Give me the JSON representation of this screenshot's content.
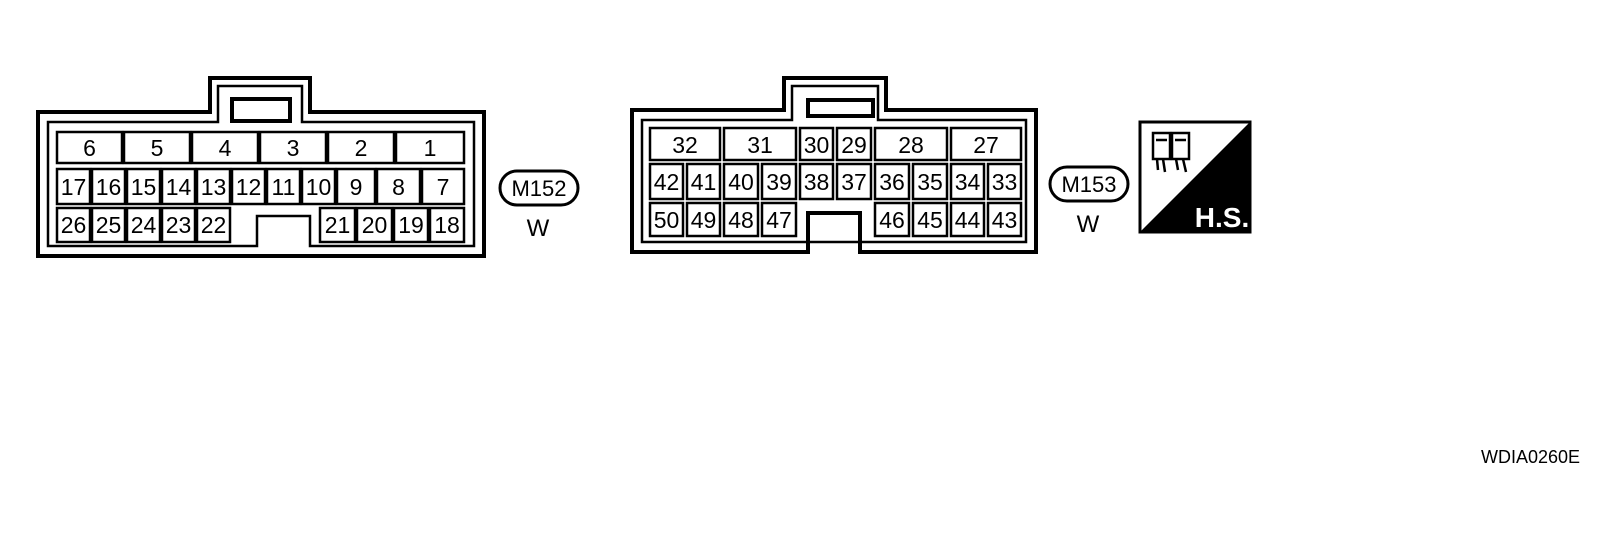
{
  "connectors": [
    {
      "id": "M152",
      "color": "W",
      "pins": [
        "1",
        "2",
        "3",
        "4",
        "5",
        "6",
        "7",
        "8",
        "9",
        "10",
        "11",
        "12",
        "13",
        "14",
        "15",
        "16",
        "17",
        "18",
        "19",
        "20",
        "21",
        "22",
        "23",
        "24",
        "25",
        "26"
      ]
    },
    {
      "id": "M153",
      "color": "W",
      "pins": [
        "27",
        "28",
        "29",
        "30",
        "31",
        "32",
        "33",
        "34",
        "35",
        "36",
        "37",
        "38",
        "39",
        "40",
        "41",
        "42",
        "43",
        "44",
        "45",
        "46",
        "47",
        "48",
        "49",
        "50"
      ]
    }
  ],
  "hs_badge": {
    "text": "H.S.",
    "icon": "harness-connector-icon"
  },
  "figure_id": "WDIA0260E"
}
